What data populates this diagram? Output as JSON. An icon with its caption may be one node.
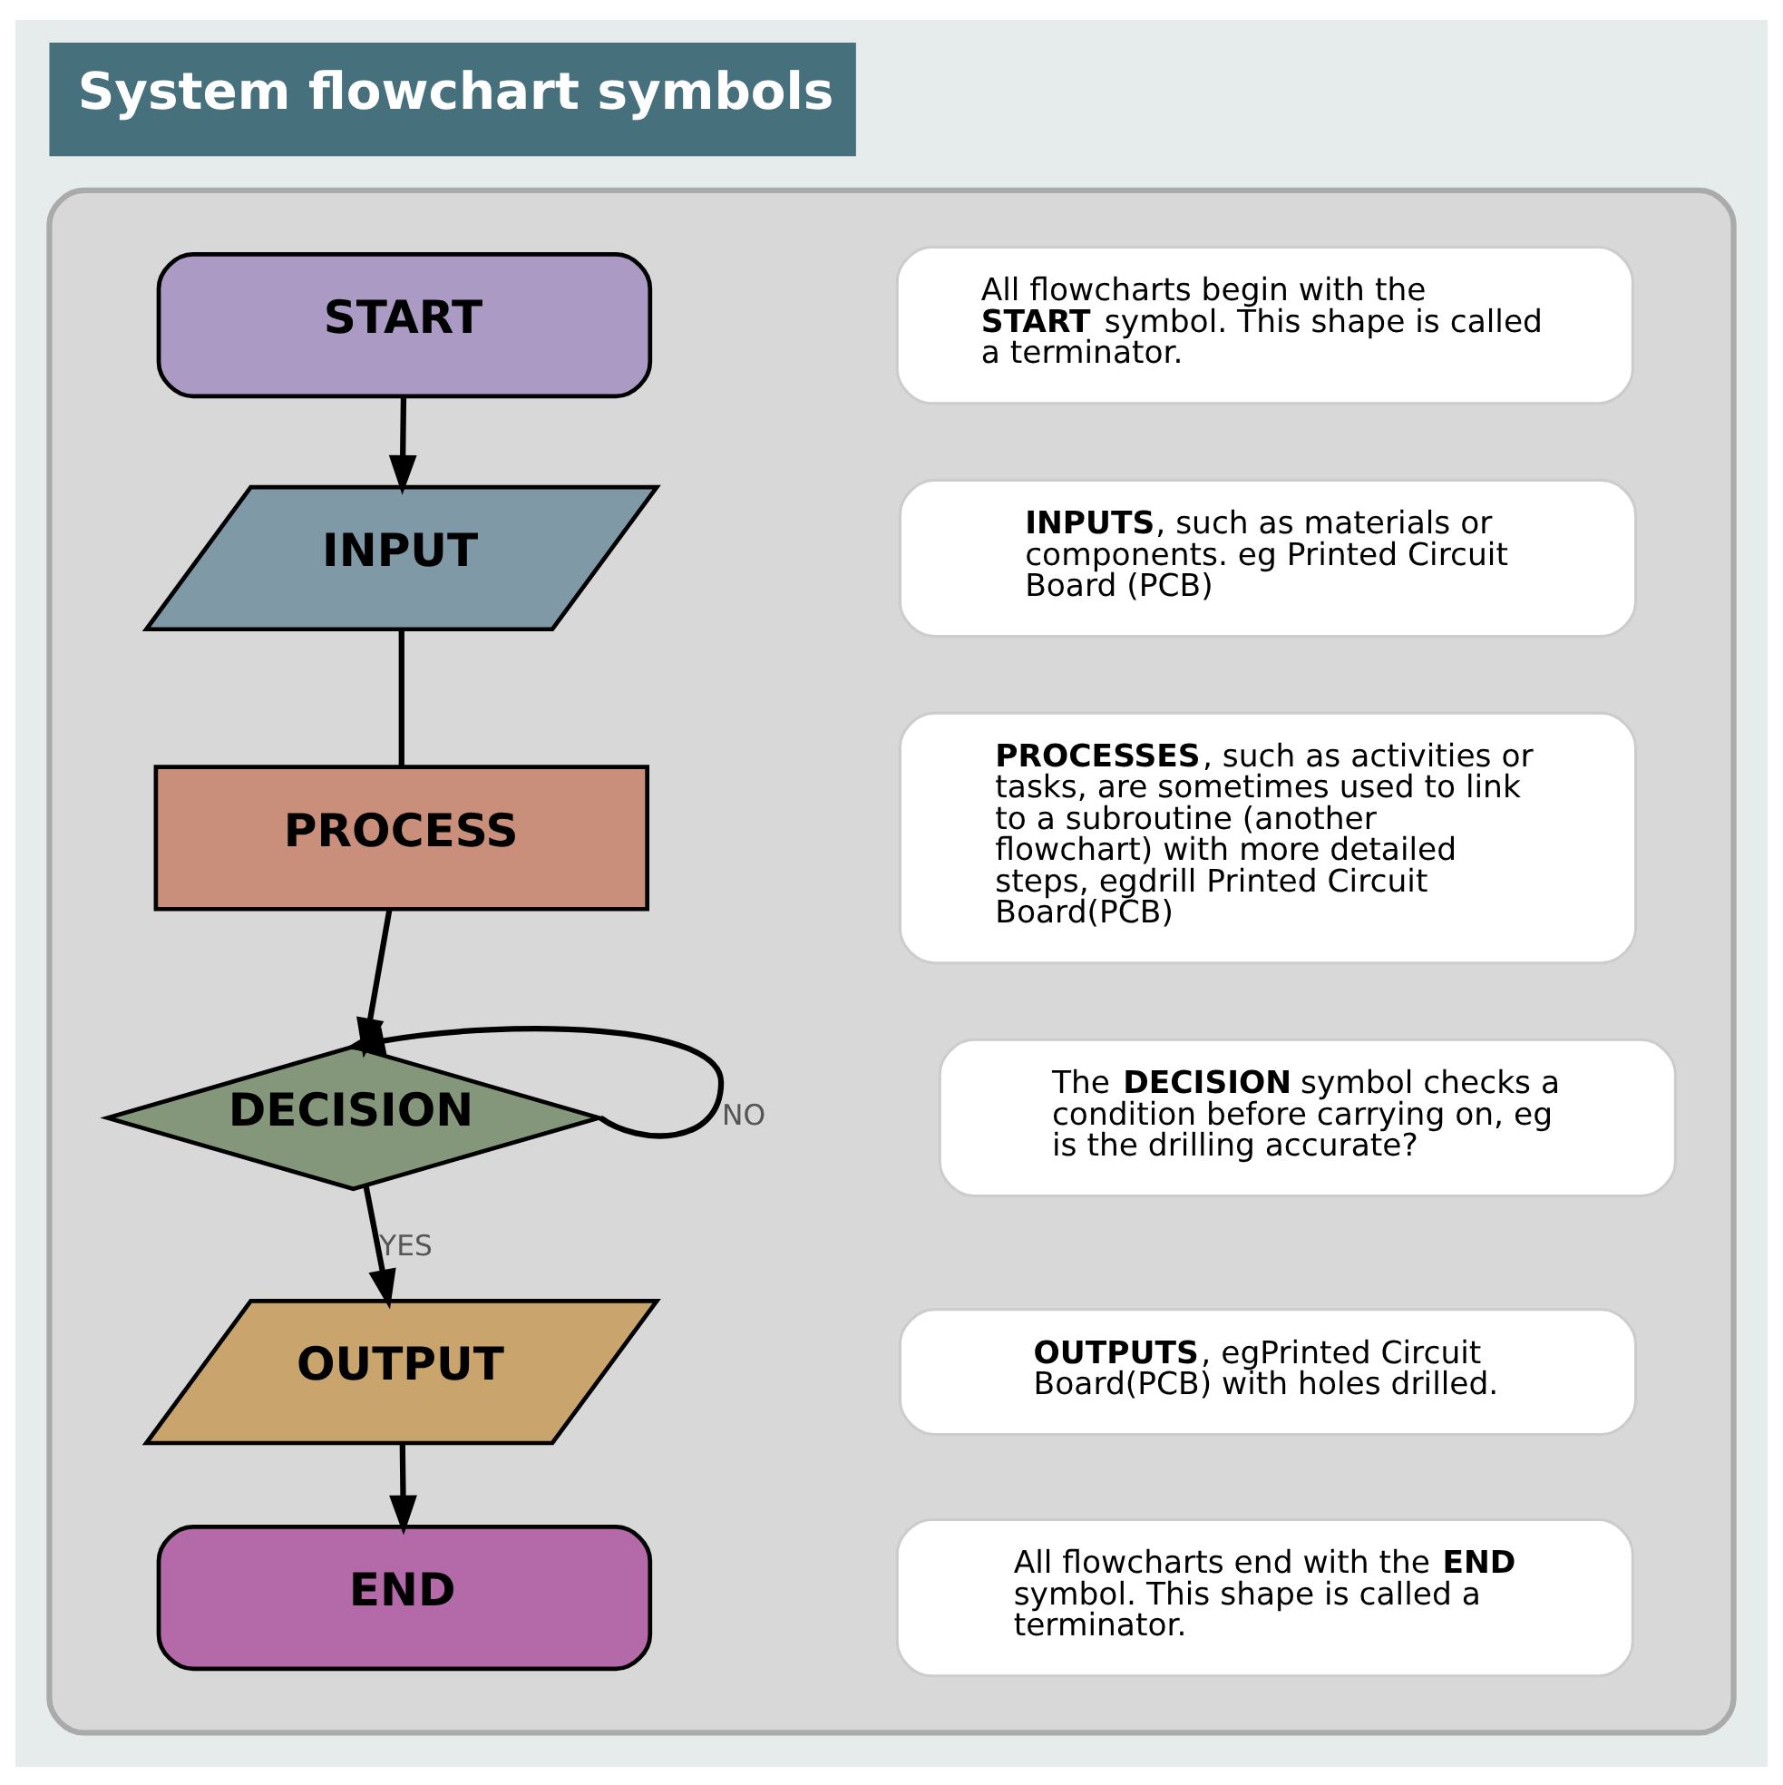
{
  "diagram": {
    "title": "System flowchart symbols",
    "nodes": [
      {
        "text": [],
        "shape": "box"
      },
      {
        "text": [
          "START"
        ],
        "in": 0
      },
      {
        "text": [
          "All flowcharts begin with the **START** symbol. This shape is called a terminator."
        ],
        "in": 0
      },
      {
        "text": [
          "INPUT"
        ],
        "in": 0
      },
      {
        "text": [
          "**INPUTS**, such as materials or components. eg Printed Circuit Board (PCB)"
        ],
        "in": 0
      },
      {
        "text": [
          "PROCESS"
        ],
        "in": 0
      },
      {
        "text": [
          "**PROCESSES**, such as activities or tasks, are sometimes used to link to a subroutine (another flowchart) with more detailed steps, egdrill Printed Circuit Board(PCB)"
        ],
        "in": 0
      },
      {
        "text": [
          "DECISION"
        ],
        "in": 0
      },
      {
        "text": [
          "The **DECISION** symbol checks a condition before carrying on, eg is the drilling accurate?"
        ],
        "in": 0
      },
      {
        "text": [
          "OUTPUT"
        ],
        "in": 0
      },
      {
        "text": [
          "**OUTPUTS**, egPrinted Circuit Board(PCB) with holes drilled."
        ],
        "in": 0
      },
      {
        "text": [
          "END"
        ],
        "in": 0
      },
      {
        "text": [
          "All flowcharts end with the **END** symbol. This shape is called a terminator."
        ],
        "in": 0
      }
    ],
    "edges": [
      {
        "from": 1,
        "to": 3,
        "arrow": "to"
      },
      {
        "from": 3,
        "to": 5,
        "arrow": "none"
      },
      {
        "from": 5,
        "to": 7,
        "arrow": "to"
      },
      {
        "from": 7,
        "to": 7,
        "label": "NO",
        "arrow": "to"
      },
      {
        "from": 7,
        "to": 9,
        "label": "YES",
        "arrow": "to"
      },
      {
        "from": 9,
        "to": 11,
        "arrow": "to"
      }
    ]
  }
}
